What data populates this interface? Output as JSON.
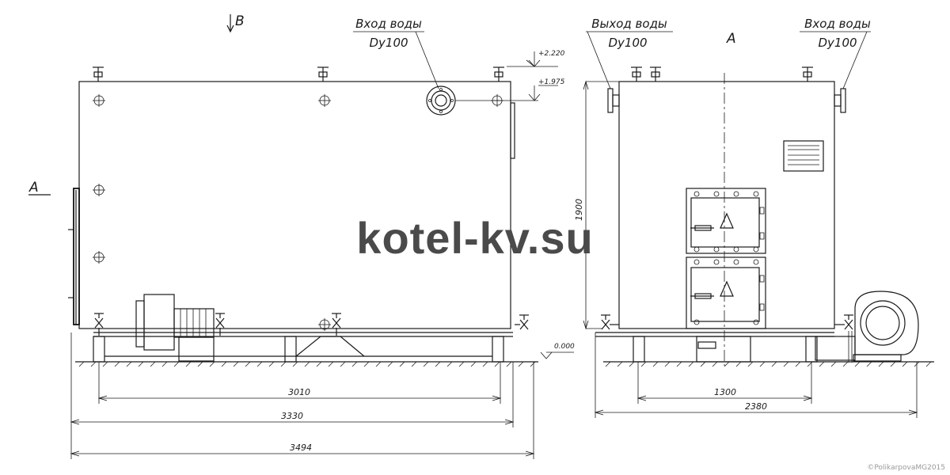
{
  "labels": {
    "inlet_title": "Вход воды",
    "inlet_dn": "Dy100",
    "outlet_title": "Выход воды",
    "outlet_dn": "Dy100",
    "inlet2_title": "Вход воды",
    "inlet2_dn": "Dy100",
    "view_b": "В",
    "view_a_side": "А",
    "view_a_top": "А"
  },
  "levels": {
    "top": "+2.220",
    "nozzle": "+1.975",
    "zero": "0.000"
  },
  "dimensions": {
    "d1": "3010",
    "d2": "3330",
    "d3": "3494",
    "d4": "1300",
    "d5": "2380",
    "height": "1900"
  },
  "watermark": "kotel-kv.su",
  "copyright": "©PolikarpovaMG2015"
}
